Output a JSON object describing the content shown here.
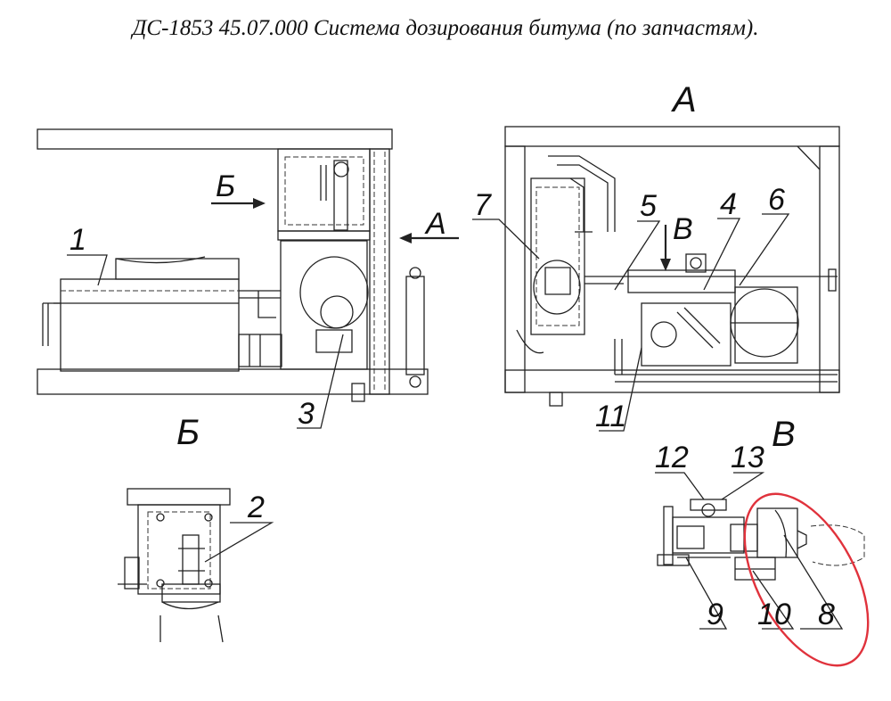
{
  "title": "ДС-1853 45.07.000 Система дозирования битума (по запчастям).",
  "views": {
    "main_left": {
      "label_A_arrow": "А",
      "label_B_arrow": "Б"
    },
    "main_right": {
      "header": "А",
      "arrow_label": "В"
    },
    "view_B": {
      "header": "Б"
    },
    "view_V": {
      "header": "В"
    }
  },
  "callouts": [
    "1",
    "2",
    "3",
    "4",
    "5",
    "6",
    "7",
    "8",
    "9",
    "10",
    "11",
    "12",
    "13"
  ],
  "highlight_color": "#e0323c",
  "line_color": "#222222"
}
